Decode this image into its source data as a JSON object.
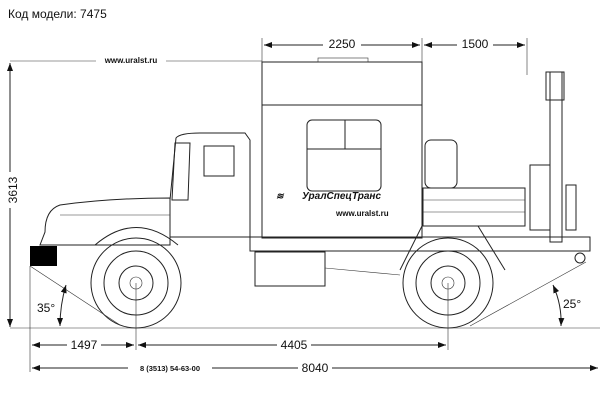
{
  "title": "Код модели: 7475",
  "website_top": "www.uralst.ru",
  "dimensions": {
    "body_length": "2250",
    "rear_length": "1500",
    "height": "3613",
    "front_overhang": "1497",
    "wheelbase": "4405",
    "total_length": "8040",
    "approach_angle": "35°",
    "departure_angle": "25°"
  },
  "phone": "8 (3513) 54-63-00",
  "body_logo": {
    "brand": "УралСпецТранс",
    "website": "www.uralst.ru"
  }
}
